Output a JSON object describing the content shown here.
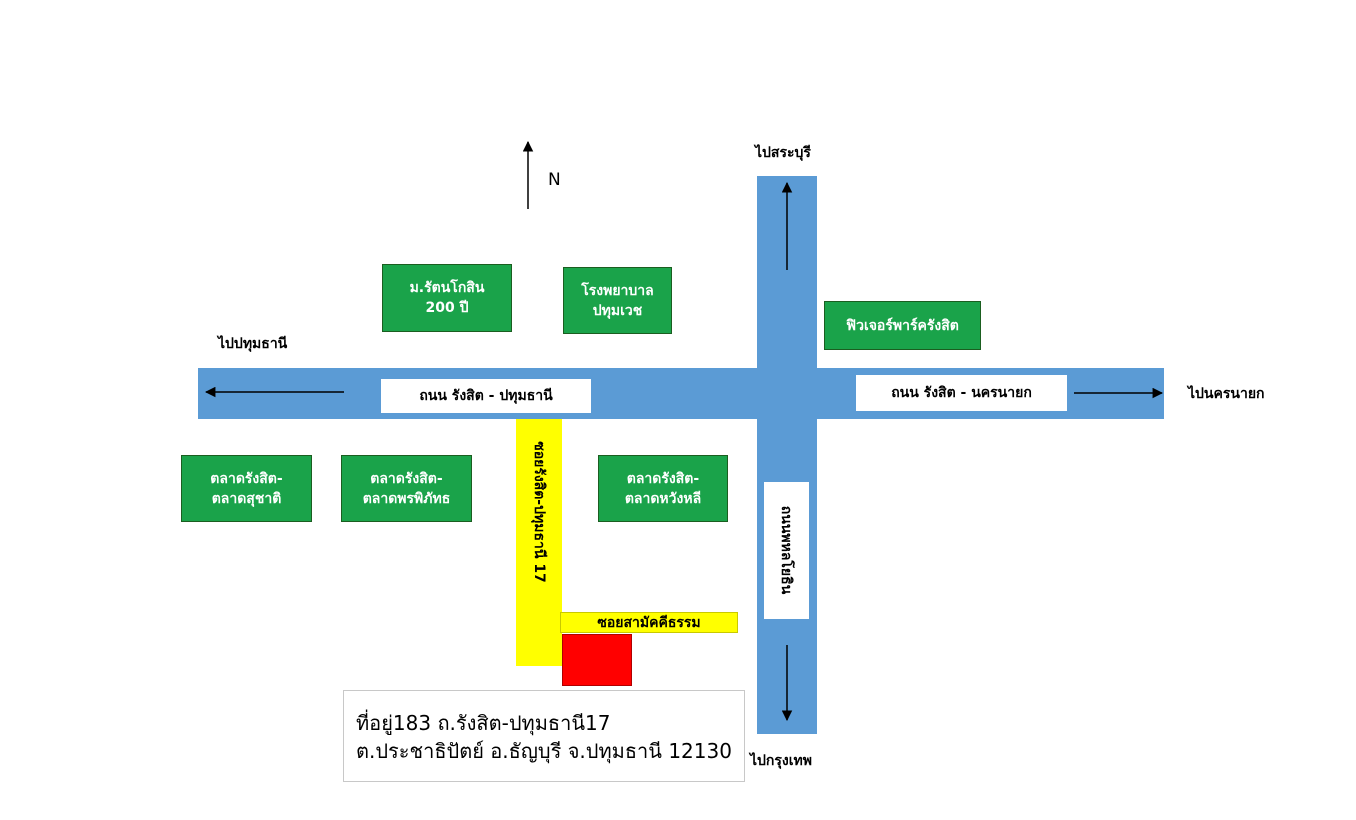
{
  "compass": {
    "label": "N"
  },
  "directions": {
    "north": "ไปสระบุรี",
    "south": "ไปกรุงเทพ",
    "west": "ไปปทุมธานี",
    "east": "ไปนครนายก"
  },
  "roads": {
    "main_west": "ถนน รังสิต - ปทุมธานี",
    "main_east": "ถนน รังสิต - นครนายก",
    "phahonyothin": "ถนนพหลโยธิน",
    "soi_17": "ซอยรังสิต-ปทุมธานี 17",
    "soi_samakkhi": "ซอยสามัคคีธรรม"
  },
  "landmarks": {
    "university": "ม.รัตนโกสิน\n200 ปี",
    "hospital": "โรงพยาบาล\nปทุมเวช",
    "future_park": "ฟิวเจอร์พาร์ครังสิต",
    "market_suchart": "ตลาดรังสิต-\nตลาดสุชาติ",
    "market_pornpipat": "ตลาดรังสิต-\nตลาดพรพิภัทธ",
    "market_wanglee": "ตลาดรังสิต-\nตลาดหวังหลี"
  },
  "address": {
    "line1": "ที่อยู่183 ถ.รังสิต-ปทุมธานี17",
    "line2": "ต.ประชาธิปัตย์ อ.ธัญบุรี จ.ปทุมธานี 12130"
  },
  "colors": {
    "road": "#5b9bd5",
    "soi": "#ffff00",
    "landmark": "#1aa34a",
    "destination": "#ff0000"
  }
}
